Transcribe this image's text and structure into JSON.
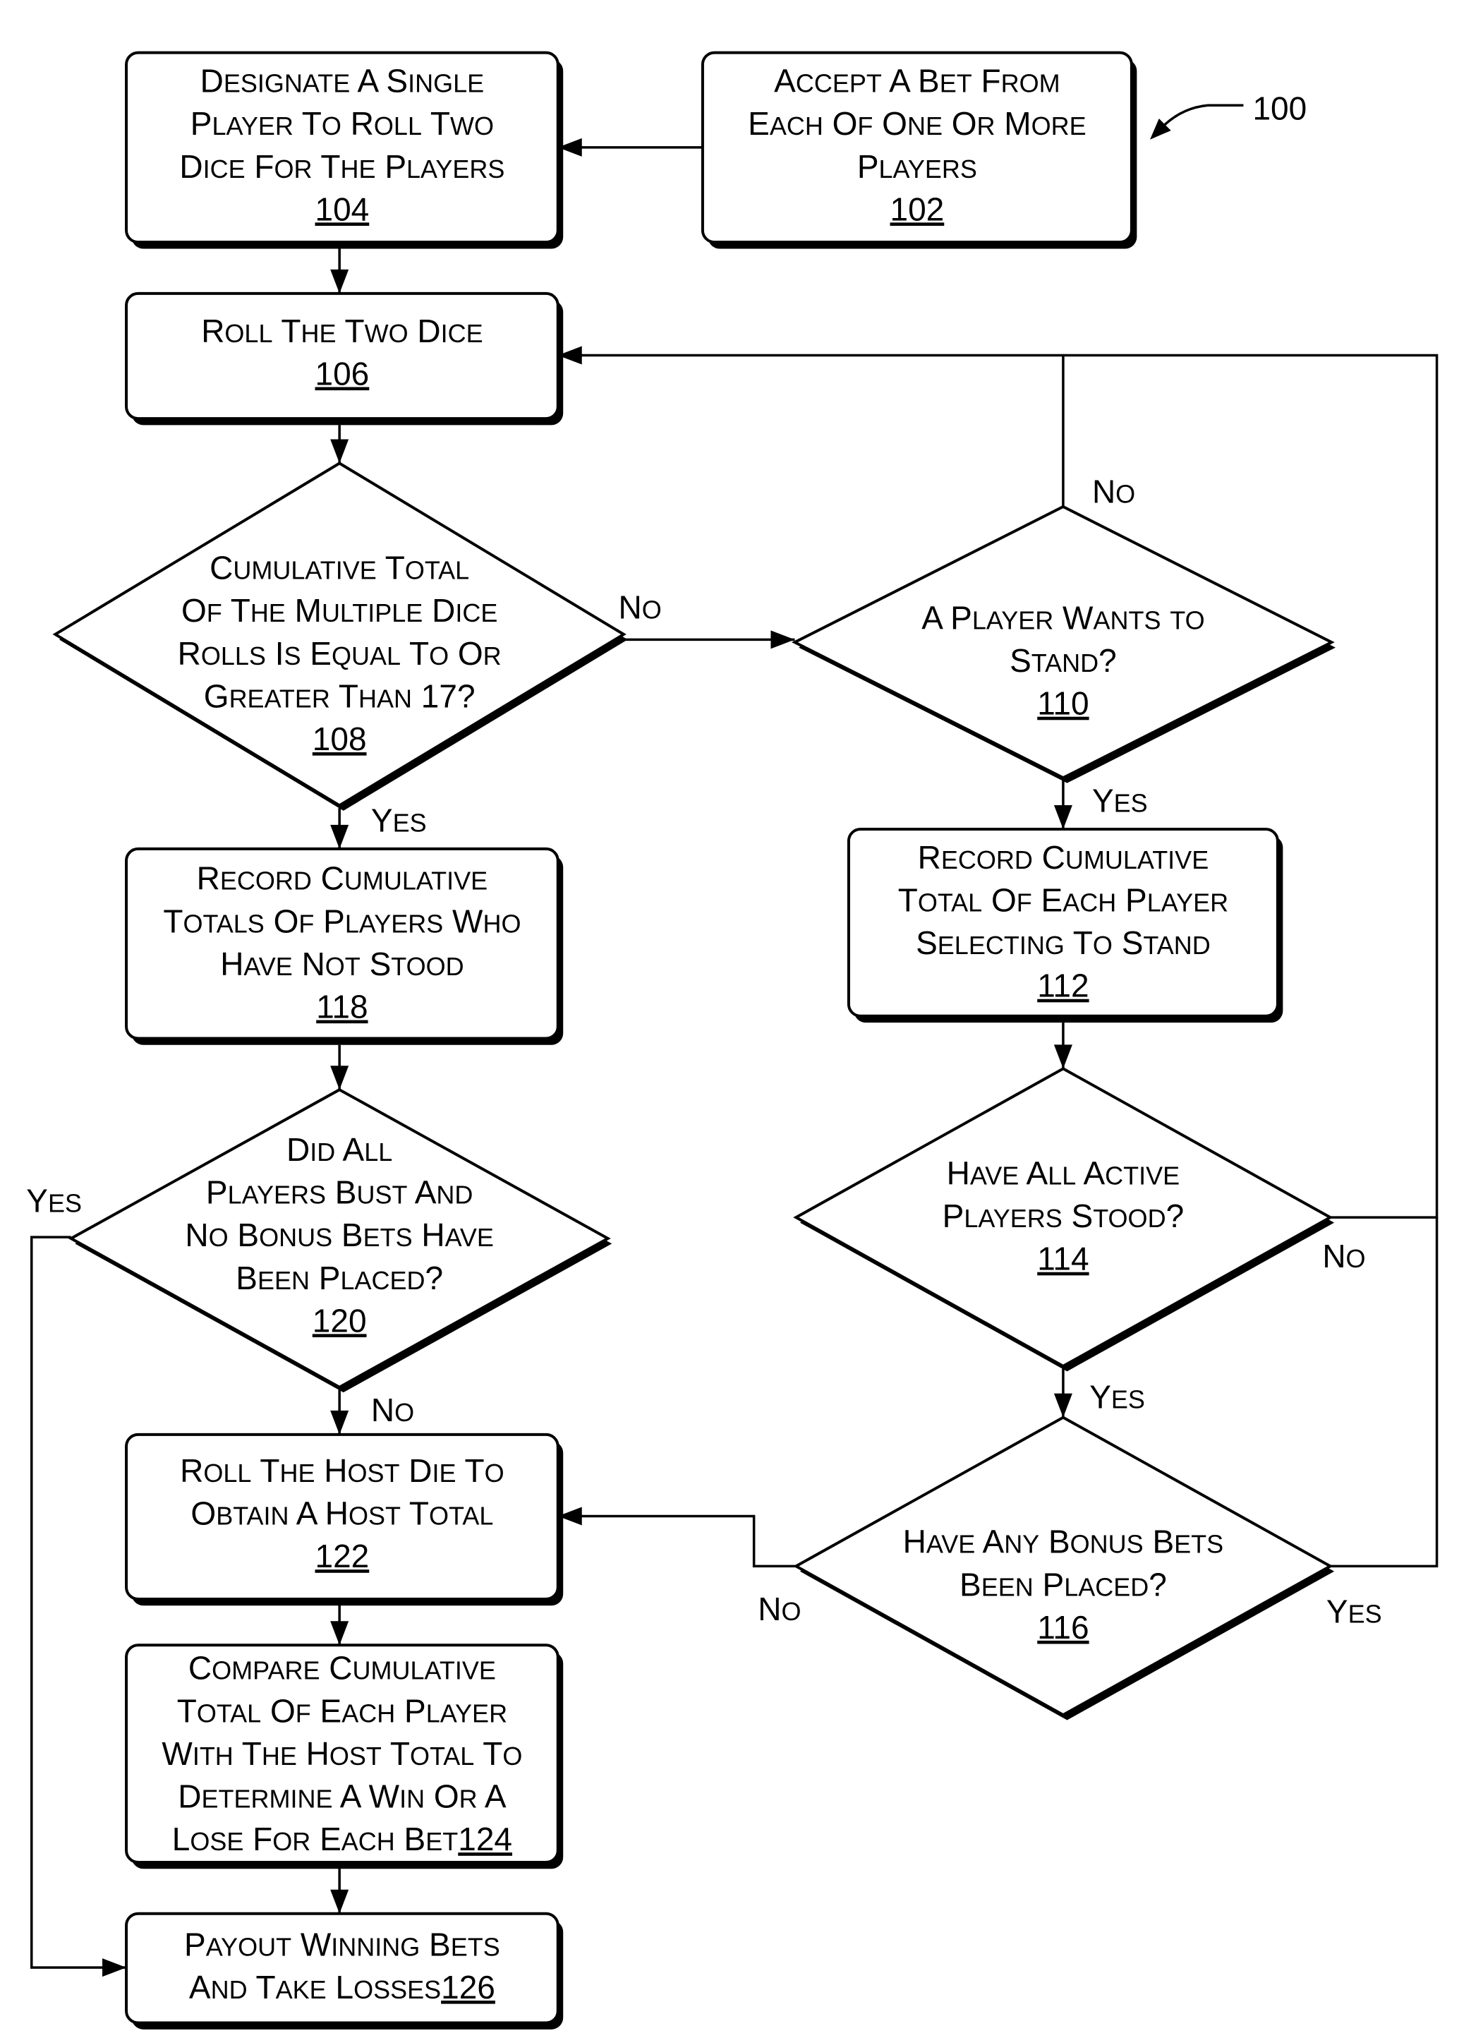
{
  "figure_ref": "100",
  "boxes": {
    "b102": {
      "lines": [
        "Accept A Bet From",
        "Each Of One Or More",
        "Players"
      ],
      "ref": "102"
    },
    "b104": {
      "lines": [
        "Designate A Single",
        "Player To Roll Two",
        "Dice For The Players"
      ],
      "ref": "104"
    },
    "b106": {
      "lines": [
        "Roll The Two Dice"
      ],
      "ref": "106"
    },
    "b118": {
      "lines": [
        "Record Cumulative",
        "Totals Of Players Who",
        "Have Not Stood"
      ],
      "ref": "118"
    },
    "b112": {
      "lines": [
        "Record Cumulative",
        "Total Of Each Player",
        "Selecting To Stand"
      ],
      "ref": "112"
    },
    "b122": {
      "lines": [
        "Roll The Host Die To",
        "Obtain A Host Total"
      ],
      "ref": "122"
    },
    "b124": {
      "lines": [
        "Compare Cumulative",
        "Total Of Each Player",
        "With The Host Total To",
        "Determine A Win Or A",
        "Lose For Each Bet"
      ],
      "ref": "124"
    },
    "b126": {
      "lines": [
        "Payout Winning Bets",
        "And Take Losses"
      ],
      "ref": "126"
    }
  },
  "decisions": {
    "d108": {
      "lines": [
        "Cumulative Total",
        "Of The Multiple Dice",
        "Rolls Is Equal To Or",
        "Greater Than 17?"
      ],
      "ref": "108"
    },
    "d110": {
      "lines": [
        "A Player Wants to",
        "Stand?"
      ],
      "ref": "110"
    },
    "d114": {
      "lines": [
        "Have All Active",
        "Players Stood?"
      ],
      "ref": "114"
    },
    "d116": {
      "lines": [
        "Have Any Bonus Bets",
        "Been Placed?"
      ],
      "ref": "116"
    },
    "d120": {
      "lines": [
        "Did All",
        "Players Bust And",
        "No Bonus Bets Have",
        "Been Placed?"
      ],
      "ref": "120"
    }
  },
  "edge_labels": {
    "d108_no": "No",
    "d108_yes": "Yes",
    "d110_no": "No",
    "d110_yes": "Yes",
    "d114_no": "No",
    "d114_yes": "Yes",
    "d116_no": "No",
    "d116_yes": "Yes",
    "d120_yes": "Yes",
    "d120_no": "No"
  }
}
